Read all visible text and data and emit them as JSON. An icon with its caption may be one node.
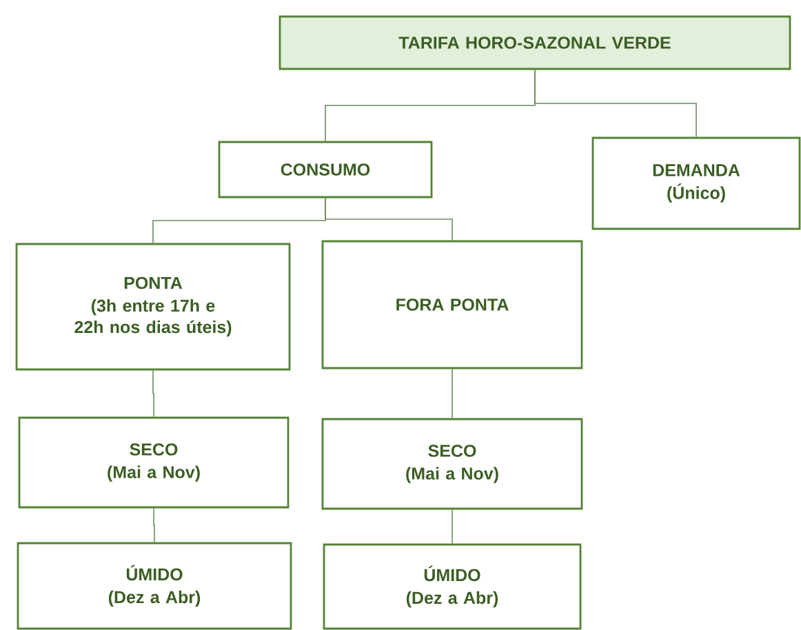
{
  "diagram": {
    "nodes": [
      {
        "text": [
          "TARIFA HORO-SAZONAL VERDE"
        ]
      },
      {
        "text": [
          "CONSUMO"
        ]
      },
      {
        "text": [
          "DEMANDA",
          "(Único)"
        ]
      },
      {
        "text": [
          "PONTA",
          "(3h entre 17h e 22h nos dias úteis)"
        ]
      },
      {
        "text": [
          "FORA PONTA"
        ]
      },
      {
        "text": [
          "SECO",
          "(Mai a Nov)"
        ]
      },
      {
        "text": [
          "SECO",
          "(Mai a Nov)"
        ]
      },
      {
        "text": [
          "ÚMIDO",
          "(Dez a Abr)"
        ]
      },
      {
        "text": [
          "ÚMIDO",
          "(Dez a Abr)"
        ]
      }
    ],
    "edges": [
      {
        "from": 0,
        "to": 1,
        "arrow": "none"
      },
      {
        "from": 0,
        "to": 2,
        "arrow": "none"
      },
      {
        "from": 1,
        "to": 3,
        "arrow": "none"
      },
      {
        "from": 1,
        "to": 4,
        "arrow": "none"
      },
      {
        "from": 3,
        "to": 5,
        "arrow": "none"
      },
      {
        "from": 4,
        "to": 6,
        "arrow": "none"
      },
      {
        "from": 5,
        "to": 7,
        "arrow": "none"
      },
      {
        "from": 6,
        "to": 8,
        "arrow": "none"
      }
    ]
  }
}
